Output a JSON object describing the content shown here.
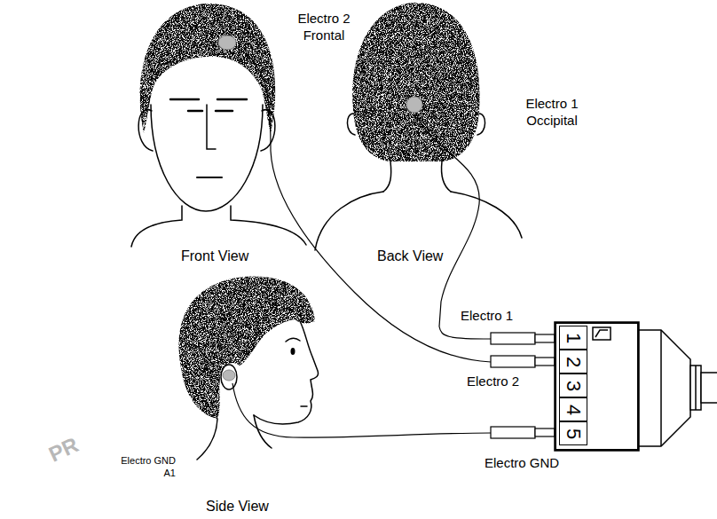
{
  "diagram": {
    "nodes": [
      {
        "text": [
          "1",
          "2",
          "3",
          "4",
          "5"
        ]
      }
    ],
    "labels": [
      "Electro 2 Frontal",
      "Electro 1 Occipital",
      "Front View",
      "Back View",
      "Electro 1",
      "Electro 2",
      "Electro GND A1",
      "Electro GND",
      "Side View",
      "PR"
    ]
  }
}
